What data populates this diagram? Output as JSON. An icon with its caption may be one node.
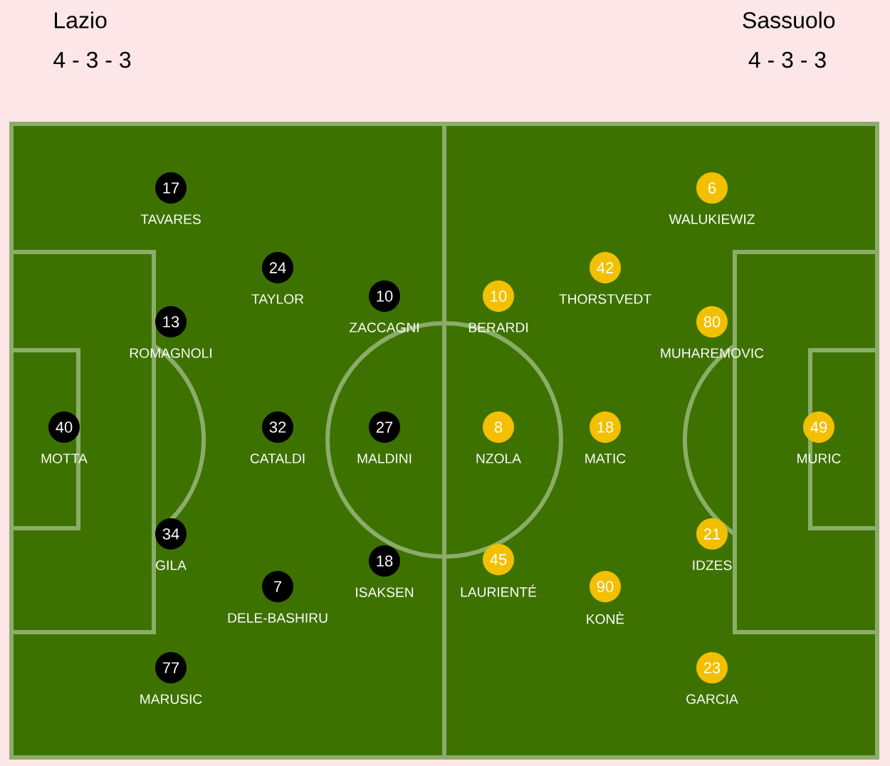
{
  "diagram": {
    "nodes": [
      {
        "text": [
          "17"
        ],
        "beside": [
          "TAVARES"
        ]
      },
      {
        "text": [
          "24"
        ],
        "beside": [
          "TAYLOR"
        ]
      },
      {
        "text": [
          "10"
        ],
        "beside": [
          "ZACCAGNI"
        ]
      },
      {
        "text": [
          "13"
        ],
        "beside": [
          "ROMAGNOLI"
        ]
      },
      {
        "text": [
          "40"
        ],
        "beside": [
          "MOTTA"
        ]
      },
      {
        "text": [
          "32"
        ],
        "beside": [
          "CATALDI"
        ]
      },
      {
        "text": [
          "27"
        ],
        "beside": [
          "MALDINI"
        ]
      },
      {
        "text": [
          "34"
        ],
        "beside": [
          "GILA"
        ]
      },
      {
        "text": [
          "18"
        ],
        "beside": [
          "ISAKSEN"
        ]
      },
      {
        "text": [
          "7"
        ],
        "beside": [
          "DELE-BASHIRU"
        ]
      },
      {
        "text": [
          "77"
        ],
        "beside": [
          "MARUSIC"
        ]
      },
      {
        "text": [
          "6"
        ],
        "beside": [
          "WALUKIEWIZ"
        ]
      },
      {
        "text": [
          "42"
        ],
        "beside": [
          "THORSTVEDT"
        ]
      },
      {
        "text": [
          "10"
        ],
        "beside": [
          "BERARDI"
        ]
      },
      {
        "text": [
          "80"
        ],
        "beside": [
          "MUHAREMOVIC"
        ]
      },
      {
        "text": [
          "8"
        ],
        "beside": [
          "NZOLA"
        ]
      },
      {
        "text": [
          "18"
        ],
        "beside": [
          "MATIC"
        ]
      },
      {
        "text": [
          "49"
        ],
        "beside": [
          "MURIC"
        ]
      },
      {
        "text": [
          "21"
        ],
        "beside": [
          "IDZES"
        ]
      },
      {
        "text": [
          "45"
        ],
        "beside": [
          "LAURIENTÉ"
        ]
      },
      {
        "text": [
          "90"
        ],
        "beside": [
          "KONÈ"
        ]
      },
      {
        "text": [
          "23"
        ],
        "beside": [
          "GARCIA"
        ]
      }
    ],
    "labels": [
      "Lazio",
      "Sassuolo",
      "4 - 3 - 3",
      "4 - 3 - 3"
    ]
  }
}
